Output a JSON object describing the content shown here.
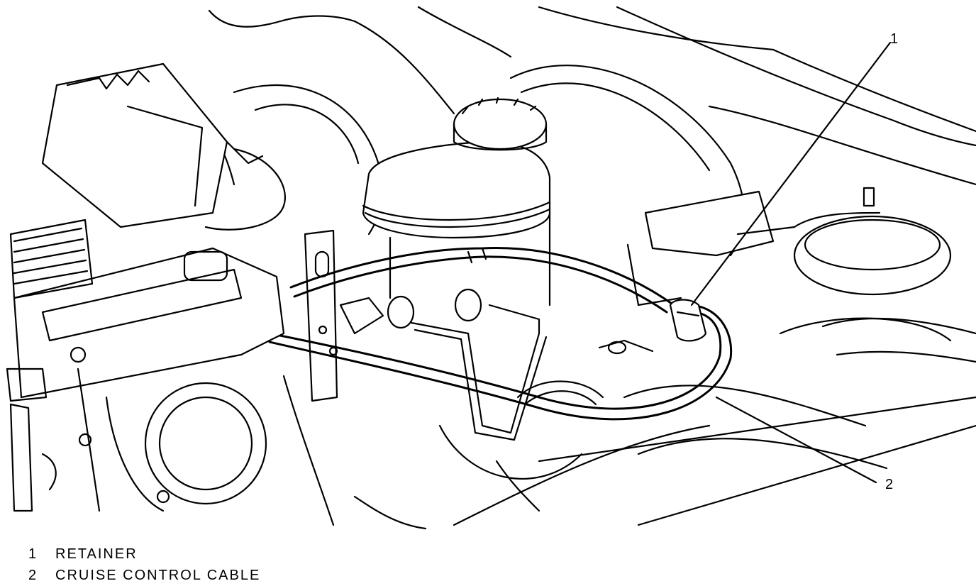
{
  "diagram": {
    "callouts": [
      {
        "id": "1",
        "label": "1"
      },
      {
        "id": "2",
        "label": "2"
      }
    ],
    "legend": [
      {
        "num": "1",
        "text": "RETAINER"
      },
      {
        "num": "2",
        "text": "CRUISE CONTROL CABLE"
      }
    ]
  }
}
